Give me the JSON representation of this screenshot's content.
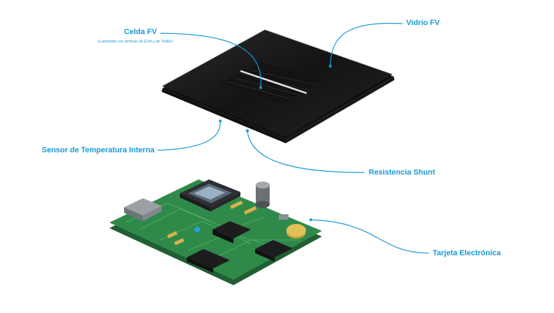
{
  "labels": {
    "celda": "Celda FV",
    "celda_sub": "(Laminado con láminas de EVA y de Tedlar)",
    "vidrio": "Vidrio FV",
    "sensor": "Sensor de Temperatura Interna",
    "shunt": "Resistencia Shunt",
    "tarjeta": "Tarjeta Electrónica"
  },
  "colors": {
    "accent": "#1a9ad6",
    "panel": "#1c1c1c",
    "board": "#2f8a4a"
  }
}
